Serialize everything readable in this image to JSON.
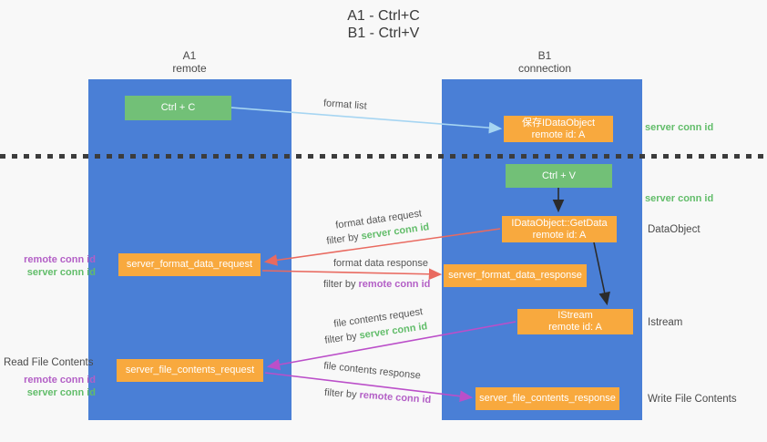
{
  "title": {
    "line1": "A1 - Ctrl+C",
    "line2": "B1 - Ctrl+V"
  },
  "columns": {
    "a1": {
      "label": "A1",
      "sublabel": "remote"
    },
    "b1": {
      "label": "B1",
      "sublabel": "connection"
    }
  },
  "boxes": {
    "ctrl_c": {
      "label": "Ctrl + C"
    },
    "save_obj": {
      "line1": "保存IDataObject",
      "line2": "remote id: A"
    },
    "ctrl_v": {
      "label": "Ctrl + V"
    },
    "getdata": {
      "line1": "IDataObject::GetData",
      "line2": "remote id: A"
    },
    "format_request": {
      "label": "server_format_data_request"
    },
    "format_response": {
      "label": "server_format_data_response"
    },
    "istream": {
      "line1": "IStream",
      "line2": "remote id: A"
    },
    "file_request": {
      "label": "server_file_contents_request"
    },
    "file_response": {
      "label": "server_file_contents_response"
    }
  },
  "annotations": {
    "server_conn_right_1": "server conn id",
    "server_conn_right_2": "server conn id",
    "dataobject": "DataObject",
    "istream": "Istream",
    "write_file": "Write File Contents",
    "read_file": "Read File Contents",
    "left1_remote": "remote conn id",
    "left1_server": "server conn id",
    "left2_remote": "remote conn id",
    "left2_server": "server conn id"
  },
  "arrow_labels": {
    "format_list": "format list",
    "format_data_request": "format data request",
    "filter_by_1_prefix": "filter by ",
    "filter_by_1_highlight": "server conn id",
    "format_data_response": "format data response",
    "filter_by_2_prefix": "filter by ",
    "filter_by_2_highlight": "remote conn id",
    "file_contents_request": "file contents request",
    "filter_by_3_prefix": "filter by ",
    "filter_by_3_highlight": "server conn id",
    "file_contents_response": "file contents response",
    "filter_by_4_prefix": "filter by ",
    "filter_by_4_highlight": "remote conn id"
  },
  "colors": {
    "lifeline_blue": "#4a7fd6",
    "node_orange": "#f8a93e",
    "node_green": "#72c077",
    "text_green": "#62bd6a",
    "text_purple": "#b35fc6",
    "arrow_red": "#e96a60",
    "arrow_magenta": "#bb4fc9",
    "arrow_lightblue": "#a6d5f2",
    "arrow_black": "#2b2b2b",
    "background": "#f8f8f8"
  }
}
